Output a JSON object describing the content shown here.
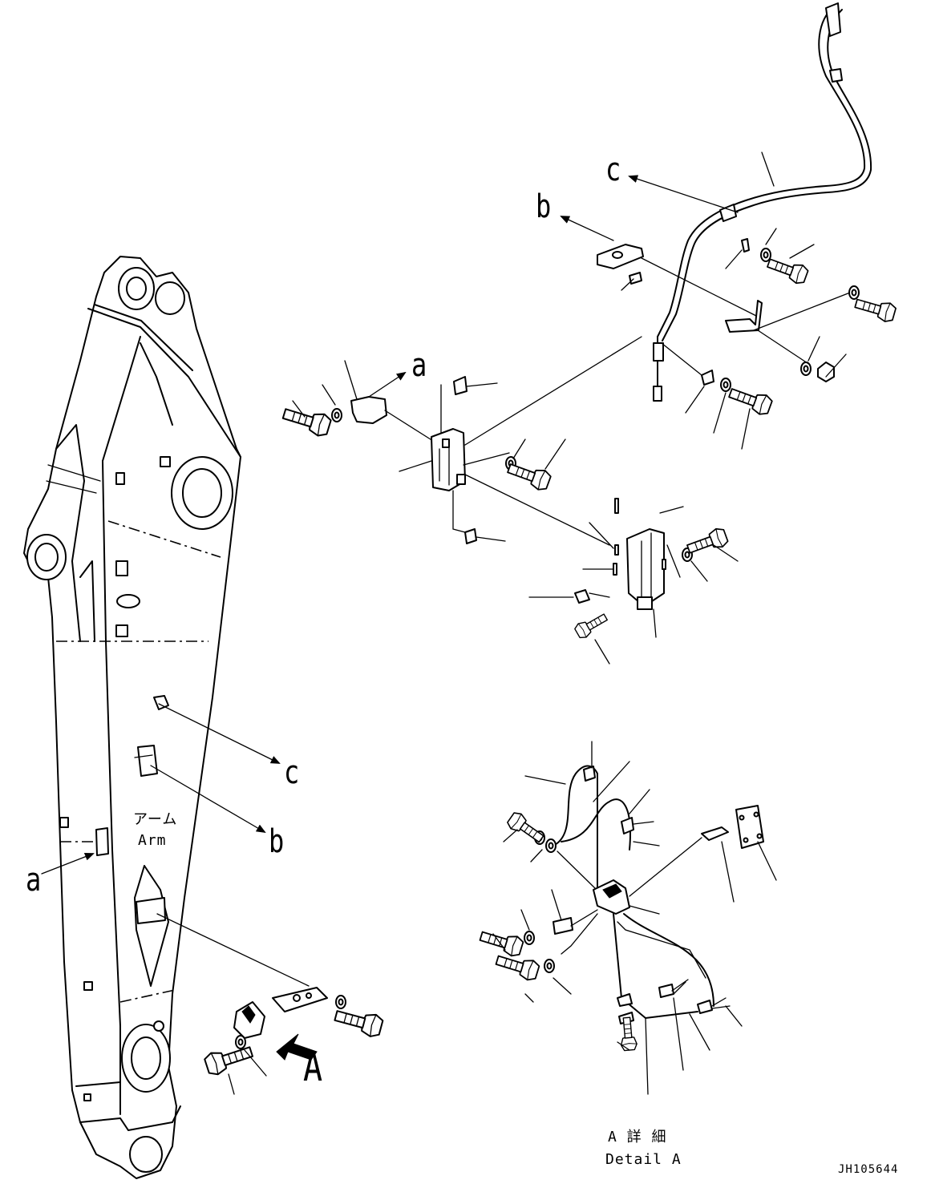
{
  "labels": {
    "ref_a_top": "a",
    "ref_b_top": "b",
    "ref_c_top": "c",
    "ref_a_arm": "a",
    "ref_b_arm": "b",
    "ref_c_arm": "c",
    "arm_jp": "アーム",
    "arm_en": "Arm",
    "view_marker": "A",
    "detail_jp": "A 詳 細",
    "detail_en": "Detail A",
    "drawing_code": "JH105644"
  },
  "icons": {
    "arm": "excavator-arm-outline",
    "hose": "hydraulic-hose",
    "bolt": "hex-bolt",
    "washer": "washer",
    "clamp": "hose-clamp",
    "bracket": "mounting-bracket",
    "sensor": "sensor-connector",
    "view_arrow": "solid-view-arrow"
  },
  "colors": {
    "line": "#000000",
    "background": "#ffffff"
  }
}
